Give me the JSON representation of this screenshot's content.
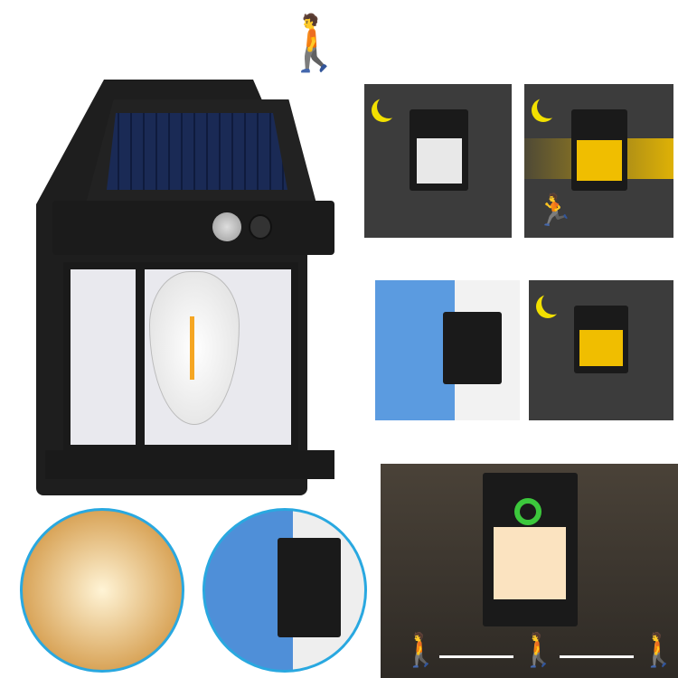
{
  "image": {
    "subject": "solar-motion-sensor-wall-lantern-collage",
    "colors": {
      "sensor_green": "#3cc83c",
      "glow_yellow": "#f0be00",
      "panel_gray": "#3c3c3c",
      "circle_border": "#29a8e0",
      "moon": "#f2e000"
    },
    "panels": [
      {
        "id": "main-product",
        "desc": "black solar wall lantern with clear glass and bulb"
      },
      {
        "id": "night-off",
        "desc": "lantern off at night with moon"
      },
      {
        "id": "night-motion",
        "desc": "lantern glowing when person detected"
      },
      {
        "id": "daytime-install",
        "desc": "lantern on white brick wall by house"
      },
      {
        "id": "night-glow",
        "desc": "lantern glowing at night"
      },
      {
        "id": "warm-glow-circle",
        "desc": "close-up warm light"
      },
      {
        "id": "outdoor-circle",
        "desc": "lantern on wall under blue sky"
      },
      {
        "id": "motion-range",
        "desc": "sensor detection range with walking figures and arrows"
      }
    ]
  }
}
